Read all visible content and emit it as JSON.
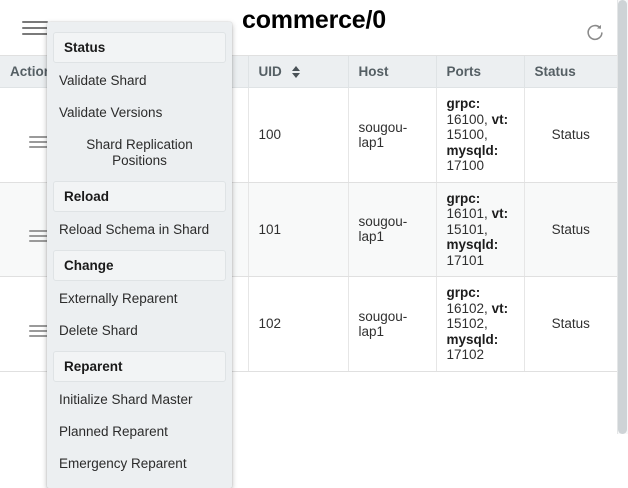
{
  "header": {
    "title": "commerce/0",
    "menu_icon": "hamburger-icon",
    "refresh_icon": "refresh-icon"
  },
  "table": {
    "columns": [
      {
        "key": "actions",
        "label": "Actions",
        "sortable": false
      },
      {
        "key": "tablet",
        "label": "",
        "sortable": false
      },
      {
        "key": "uid",
        "label": "UID",
        "sortable": true
      },
      {
        "key": "host",
        "label": "Host",
        "sortable": false
      },
      {
        "key": "ports",
        "label": "Ports",
        "sortable": false
      },
      {
        "key": "status",
        "label": "Status",
        "sortable": false
      }
    ],
    "rows": [
      {
        "uid": "100",
        "host": "sougou-lap1",
        "ports": {
          "grpc_label": "grpc:",
          "grpc": "16100,",
          "vt_label": "vt:",
          "vt": "15100,",
          "mysqld_label": "mysqld:",
          "mysqld": "17100"
        },
        "status": "Status"
      },
      {
        "uid": "101",
        "host": "sougou-lap1",
        "ports": {
          "grpc_label": "grpc:",
          "grpc": "16101,",
          "vt_label": "vt:",
          "vt": "15101,",
          "mysqld_label": "mysqld:",
          "mysqld": "17101"
        },
        "status": "Status"
      },
      {
        "uid": "102",
        "host": "sougou-lap1",
        "ports": {
          "grpc_label": "grpc:",
          "grpc": "16102,",
          "vt_label": "vt:",
          "vt": "15102,",
          "mysqld_label": "mysqld:",
          "mysqld": "17102"
        },
        "status": "Status"
      }
    ]
  },
  "dropdown": {
    "entries": [
      {
        "type": "section",
        "label": "Status"
      },
      {
        "type": "item",
        "label": "Validate Shard"
      },
      {
        "type": "item",
        "label": "Validate Versions"
      },
      {
        "type": "item-two-line",
        "label": "Shard Replication Positions"
      },
      {
        "type": "section",
        "label": "Reload"
      },
      {
        "type": "item",
        "label": "Reload Schema in Shard"
      },
      {
        "type": "section",
        "label": "Change"
      },
      {
        "type": "item",
        "label": "Externally Reparent"
      },
      {
        "type": "item",
        "label": "Delete Shard"
      },
      {
        "type": "section",
        "label": "Reparent"
      },
      {
        "type": "item",
        "label": "Initialize Shard Master"
      },
      {
        "type": "item",
        "label": "Planned Reparent"
      },
      {
        "type": "item",
        "label": "Emergency Reparent"
      }
    ]
  },
  "colors": {
    "header_bg": "#eceff1",
    "menu_bg": "#eceff1",
    "section_bg": "#f2f4f5",
    "row_alt_bg": "#f8f9f9",
    "text": "#212121"
  }
}
